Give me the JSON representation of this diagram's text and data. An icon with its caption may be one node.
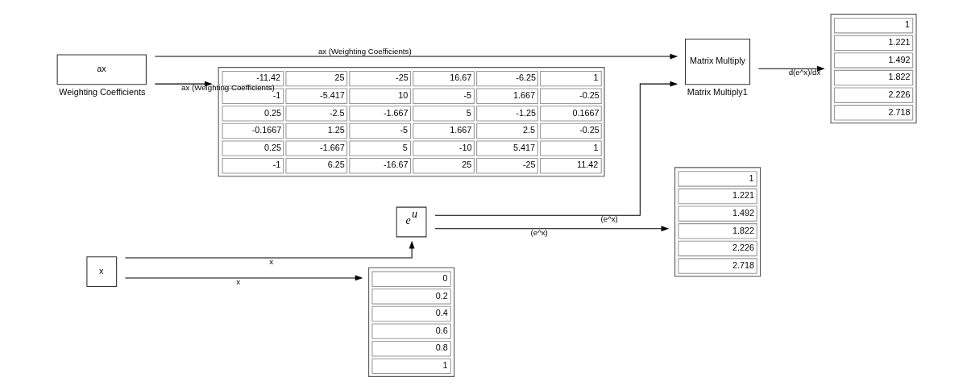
{
  "diagram": {
    "nodes": [
      {
        "text": [
          "ax"
        ],
        "beside": [
          "Weighting Coefficients"
        ]
      },
      {
        "text": [
          "x"
        ]
      },
      {
        "text": [
          "e$^{u}$"
        ]
      },
      {
        "text": [
          "Matrix Multiply"
        ],
        "beside": [
          "Matrix Multiply1"
        ]
      },
      {
        "text": [
          "1",
          "1.221",
          "1.492",
          "1.822",
          "2.226",
          "2.718"
        ]
      },
      {
        "text": [
          "1",
          "1.221",
          "1.492",
          "1.822",
          "2.226",
          "2.718"
        ]
      },
      {
        "text": [
          "0",
          "0.2",
          "0.4",
          "0.6",
          "0.8",
          "1"
        ]
      },
      {
        "text": [
          "-11.42",
          "25",
          "-25",
          "16.67",
          "-6.25",
          "1",
          "-1",
          "-5.417",
          "10",
          "-5",
          "1.667",
          "-0.25",
          "0.25",
          "-2.5",
          "-1.667",
          "5",
          "-1.25",
          "0.1667",
          "-0.1667",
          "1.25",
          "-5",
          "1.667",
          "2.5",
          "-0.25",
          "0.25",
          "-1.667",
          "5",
          "-10",
          "5.417",
          "1",
          "-1",
          "6.25",
          "-16.67",
          "25",
          "-25",
          "11.42"
        ]
      }
    ],
    "edges": [
      {
        "from": 0,
        "to": 3,
        "arrow": "to",
        "label": "ax (Weighting Coefficients)"
      },
      {
        "from": 2,
        "to": 3,
        "arrow": "to",
        "label": "(e^x)"
      },
      {
        "from": 3,
        "to": 4,
        "arrow": "to",
        "label": "d(e^x)/dx"
      },
      {
        "from": 1,
        "to": 2,
        "arrow": "to",
        "label": "x"
      },
      {
        "from": 2,
        "to": 5,
        "arrow": "to",
        "label": "(e^x)"
      },
      {
        "from": 1,
        "to": 6,
        "arrow": "to",
        "label": "x"
      },
      {
        "from": 0,
        "to": 7,
        "arrow": "to",
        "label": "ax (Weighting Coefficients)"
      }
    ]
  }
}
